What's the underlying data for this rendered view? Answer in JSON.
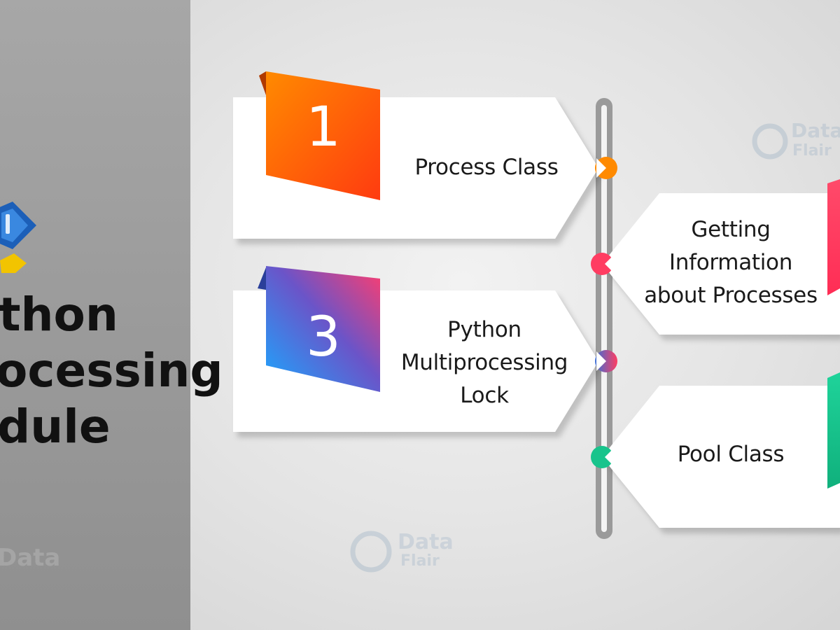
{
  "left_panel": {
    "title_lines": [
      "thon",
      "ocessing",
      "dule"
    ],
    "logo_icon": "dataflair-logo-icon"
  },
  "steps": [
    {
      "number": "1",
      "label": "Process Class",
      "accent": "#ff6a00"
    },
    {
      "number": "3",
      "label": "Python Multiprocessing Lock",
      "accent": "#3a6fd8"
    }
  ],
  "right_steps": [
    {
      "label": "Getting Information about Processes",
      "accent": "#ff3d62"
    },
    {
      "label": "Pool Class",
      "accent": "#18c48c"
    }
  ],
  "watermark": {
    "line1": "Data",
    "line2": "Flair"
  },
  "colors": {
    "orange": "#ff6a00",
    "red": "#ff3d62",
    "purple_blue": "#5b5bd6",
    "green": "#18c48c",
    "timeline": "#8e8e8e"
  }
}
